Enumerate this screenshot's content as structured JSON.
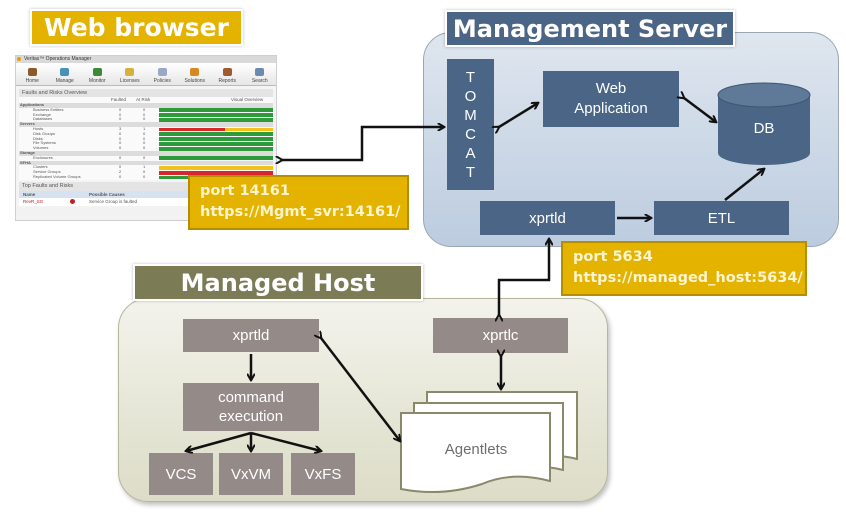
{
  "titles": {
    "web_browser": "Web browser",
    "management_server": "Management Server",
    "managed_host": "Managed Host"
  },
  "management_server": {
    "tomcat_letters": [
      "T",
      "O",
      "M",
      "C",
      "A",
      "T"
    ],
    "web_application": "Web Application",
    "db": "DB",
    "xprtld": "xprtld",
    "etl": "ETL"
  },
  "managed_host": {
    "xprtld": "xprtld",
    "command_execution": "command execution",
    "vcs": "VCS",
    "vxvm": "VxVM",
    "vxfs": "VxFS",
    "xprtlc": "xprtlc",
    "agentlets": "Agentlets"
  },
  "ports": {
    "browser_port_label": "port 14161",
    "browser_port_url": "https://Mgmt_svr:14161/",
    "host_port_label": "port 5634",
    "host_port_url": "https://managed_host:5634/"
  },
  "browser_screenshot": {
    "window_title": "Veritas™ Operations Manager",
    "toolbar": [
      {
        "label": "Home",
        "icon": "home-icon",
        "color": "#8a5a2a"
      },
      {
        "label": "Manage",
        "icon": "manage-icon",
        "color": "#4a90b8"
      },
      {
        "label": "Monitor",
        "icon": "monitor-icon",
        "color": "#3a8a3a"
      },
      {
        "label": "Licenses",
        "icon": "licenses-icon",
        "color": "#d8b040"
      },
      {
        "label": "Policies",
        "icon": "policies-icon",
        "color": "#9aa8c8"
      },
      {
        "label": "Solutions",
        "icon": "solutions-icon",
        "color": "#d88a20"
      },
      {
        "label": "Reports",
        "icon": "reports-icon",
        "color": "#a05a30"
      },
      {
        "label": "Search",
        "icon": "search-icon",
        "color": "#6a8ab0"
      }
    ],
    "overview_title": "Faults and Risks Overview",
    "columns": {
      "faulted": "Faulted",
      "at_risk": "At Risk",
      "visual": "Visual Overview"
    },
    "rows": [
      {
        "group": true,
        "name": "Applications"
      },
      {
        "name": "Business Entities",
        "faulted": "0",
        "at_risk": "0",
        "red": 0,
        "yellow": 0
      },
      {
        "name": "Exchange",
        "faulted": "0",
        "at_risk": "0",
        "red": 0,
        "yellow": 0
      },
      {
        "name": "Databases",
        "faulted": "0",
        "at_risk": "0",
        "red": 0,
        "yellow": 0
      },
      {
        "group": true,
        "name": "Servers"
      },
      {
        "name": "Hosts",
        "faulted": "3",
        "at_risk": "1",
        "red": 0.58,
        "yellow": 0.42
      },
      {
        "name": "Disk Groups",
        "faulted": "0",
        "at_risk": "0",
        "red": 0,
        "yellow": 0
      },
      {
        "name": "Disks",
        "faulted": "0",
        "at_risk": "0",
        "red": 0,
        "yellow": 0
      },
      {
        "name": "File Systems",
        "faulted": "0",
        "at_risk": "0",
        "red": 0,
        "yellow": 0
      },
      {
        "name": "Volumes",
        "faulted": "0",
        "at_risk": "0",
        "red": 0,
        "yellow": 0
      },
      {
        "group": true,
        "name": "Storage"
      },
      {
        "name": "Enclosures",
        "faulted": "0",
        "at_risk": "0",
        "red": 0,
        "yellow": 0
      },
      {
        "group": true,
        "name": "SFHA"
      },
      {
        "name": "Clusters",
        "faulted": "0",
        "at_risk": "1",
        "red": 0,
        "yellow": 1
      },
      {
        "name": "Service Groups",
        "faulted": "2",
        "at_risk": "0",
        "red": 1,
        "yellow": 0
      },
      {
        "name": "Replicated Volume Groups",
        "faulted": "0",
        "at_risk": "0",
        "red": 0,
        "yellow": 0
      }
    ],
    "top_faults_title": "Top Faults and Risks",
    "top_columns": {
      "name": "Name",
      "causes": "Possible Causes"
    },
    "top_rows": [
      {
        "name": "RevR_SG",
        "cause": "Service Group is faulted"
      }
    ]
  },
  "colors": {
    "browser_yellow": "#e4b300",
    "server_blue": "#4a6585",
    "host_olive": "#7b7b55",
    "host_grey_box": "#948a88",
    "bar_green": "#2f9a3a",
    "bar_red": "#d9262a",
    "bar_yellow": "#f2c21a"
  }
}
